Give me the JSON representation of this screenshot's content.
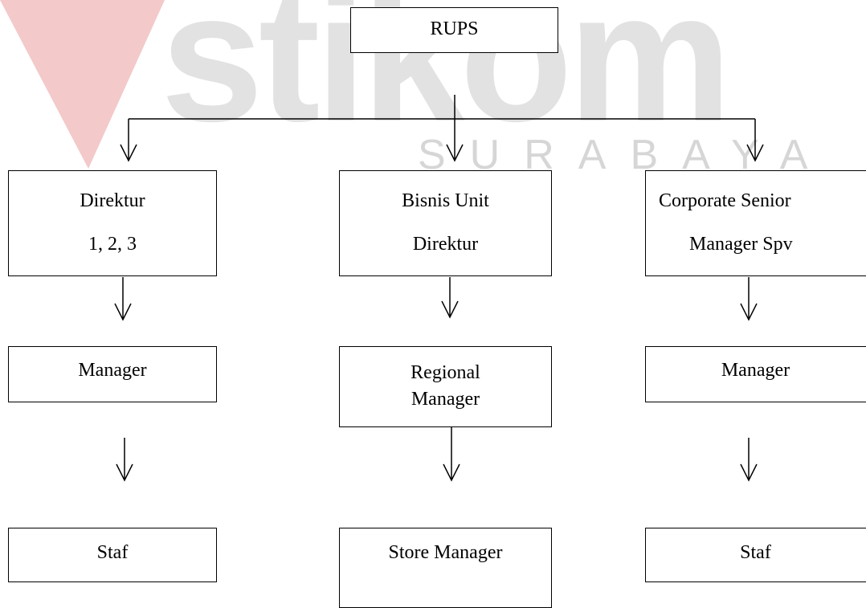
{
  "watermark": {
    "brand": "stikom",
    "sub": "SURABAYA",
    "accent": "#f0c6c6",
    "gray": "#e2e2e2"
  },
  "nodes": {
    "rups": [
      "RUPS"
    ],
    "direktur": [
      "Direktur",
      "1, 2, 3"
    ],
    "bisnis_unit": [
      "Bisnis Unit",
      "Direktur"
    ],
    "corporate": [
      "Corporate Senior",
      "Manager Spv"
    ],
    "manager_left": [
      "Manager"
    ],
    "regional": [
      "Regional",
      "Manager"
    ],
    "manager_right": [
      "Manager"
    ],
    "staf_left": [
      "Staf"
    ],
    "store_manager": [
      "Store Manager"
    ],
    "staf_right": [
      "Staf"
    ]
  },
  "edges": [
    [
      "rups",
      "direktur"
    ],
    [
      "rups",
      "bisnis_unit"
    ],
    [
      "rups",
      "corporate"
    ],
    [
      "direktur",
      "manager_left"
    ],
    [
      "bisnis_unit",
      "regional"
    ],
    [
      "corporate",
      "manager_right"
    ],
    [
      "manager_left",
      "staf_left"
    ],
    [
      "regional",
      "store_manager"
    ],
    [
      "manager_right",
      "staf_right"
    ]
  ]
}
